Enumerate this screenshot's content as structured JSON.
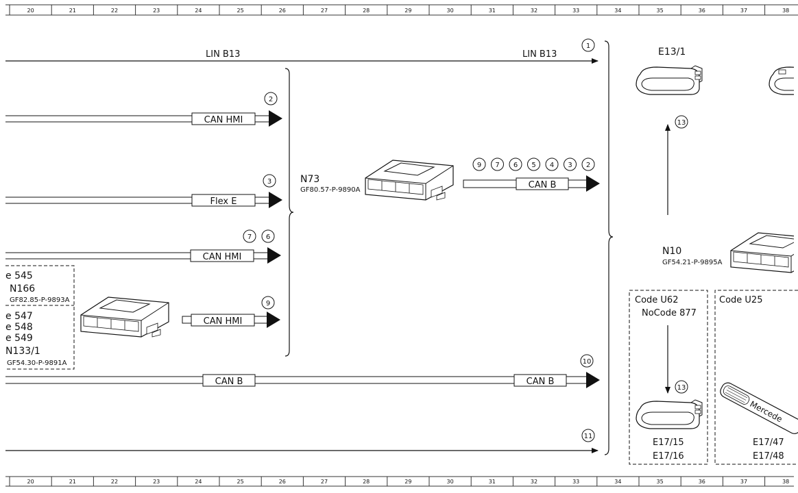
{
  "ruler": {
    "numbers": [
      "20",
      "21",
      "22",
      "23",
      "24",
      "25",
      "26",
      "27",
      "28",
      "29",
      "30",
      "31",
      "32",
      "33",
      "34",
      "35",
      "36",
      "37",
      "38"
    ]
  },
  "top_bus": {
    "label_left": "LIN B13",
    "label_right": "LIN B13",
    "ref": "1"
  },
  "hmi_bus_1": {
    "label": "CAN HMI",
    "ref": "2"
  },
  "flex_bus": {
    "label": "Flex E",
    "ref": "3"
  },
  "hmi_bus_2": {
    "label": "CAN HMI",
    "refs": [
      "7",
      "6"
    ]
  },
  "hmi_bus_3": {
    "label": "CAN HMI",
    "ref": "9"
  },
  "left_group": {
    "codes_top": [
      "e 545"
    ],
    "unit_top": "N166",
    "part_top": "GF82.85-P-9893A",
    "codes_bottom": [
      "e 547",
      "e 548",
      "e 549"
    ],
    "unit_bottom": "N133/1",
    "part_bottom": "GF54.30-P-9891A"
  },
  "n73": {
    "name": "N73",
    "part": "GF80.57-P-9890A",
    "out_label": "CAN B",
    "out_refs": [
      "9",
      "7",
      "6",
      "5",
      "4",
      "3",
      "2"
    ]
  },
  "can_b_bus": {
    "label_left": "CAN B",
    "label_right": "CAN B",
    "ref": "10"
  },
  "bottom_line": {
    "ref": "11"
  },
  "e13": {
    "name": "E13/1",
    "ref": "13"
  },
  "n10": {
    "name": "N10",
    "part": "GF54.21-P-9895A"
  },
  "code_u62": {
    "title": "Code U62",
    "subtitle": "NoCode 877",
    "ref": "13",
    "components": [
      "E17/15",
      "E17/16"
    ]
  },
  "code_u25": {
    "title": "Code U25",
    "components": [
      "E17/47",
      "E17/48"
    ],
    "sill_text": "Mercede"
  }
}
